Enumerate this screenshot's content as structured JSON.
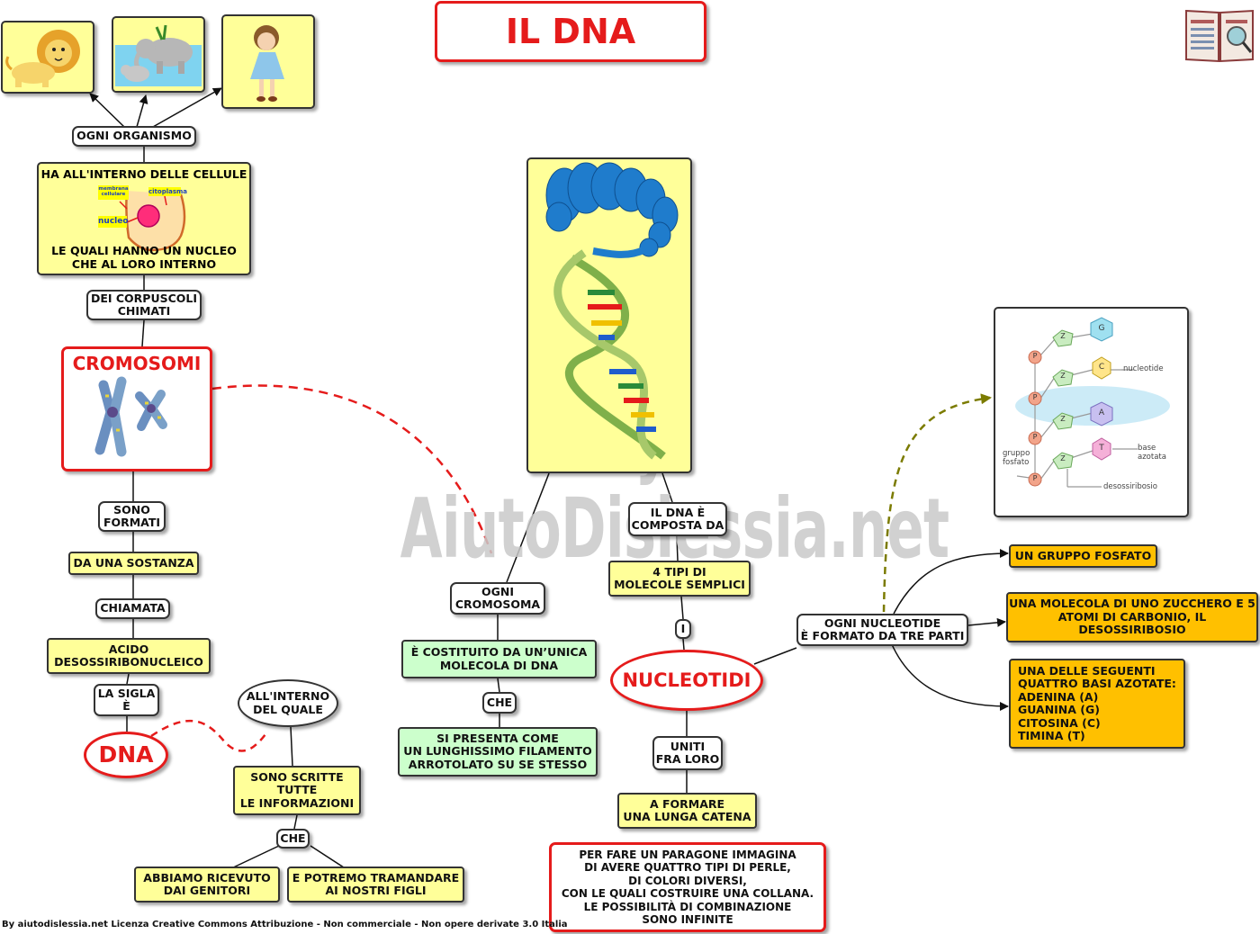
{
  "title": "IL DNA",
  "watermark": "By AiutoDislessia.net",
  "footer": "By aiutodislessia.net Licenza Creative Commons Attribuzione - Non commerciale - Non opere derivate 3.0 Italia",
  "left": {
    "ogni_organismo": "OGNI ORGANISMO",
    "cellule_top": "HA ALL'INTERNO DELLE CELLULE",
    "cellule_bottom": "LE QUALI HANNO UN NUCLEO\nCHE AL LORO INTERNO",
    "cell_labels": {
      "membrana": "membrana\ncellulare",
      "citoplasma": "citoplasma",
      "nucleo": "nucleo"
    },
    "corpuscoli": "DEI CORPUSCOLI\nCHIMATI",
    "cromosomi": "CROMOSOMI",
    "sono_formati": "SONO\nFORMATI",
    "sostanza": "DA UNA SOSTANZA",
    "chiamata": "CHIAMATA",
    "acido": "ACIDO\nDESOSSIRIBONUCLEICO",
    "sigla": "LA SIGLA\nÈ",
    "dna": "DNA",
    "interno_quale": "ALL'INTERNO\nDEL QUALE",
    "informazioni": "SONO SCRITTE\nTUTTE\nLE INFORMAZIONI",
    "che": "CHE",
    "genitori": "ABBIAMO RICEVUTO\nDAI GENITORI",
    "figli": "E POTREMO TRAMANDARE\nAI NOSTRI FIGLI"
  },
  "center": {
    "ogni_cromosoma": "OGNI\nCROMOSOMA",
    "costituito": "È COSTITUITO DA UN’UNICA\nMOLECOLA DI DNA",
    "che": "CHE",
    "filamento": "SI PRESENTA COME\nUN LUNGHISSIMO FILAMENTO\nARROTOLATO SU SE STESSO",
    "composta": "IL DNA È\nCOMPOSTA DA",
    "tipi": "4 TIPI DI\nMOLECOLE SEMPLICI",
    "i": "I",
    "nucleotidi": "NUCLEOTIDI",
    "uniti": "UNITI\nFRA LORO",
    "catena": "A FORMARE\nUNA LUNGA CATENA",
    "paragone": "PER FARE UN PARAGONE IMMAGINA\nDI AVERE QUATTRO TIPI DI PERLE,\nDI COLORI DIVERSI,\nCON LE QUALI COSTRUIRE UNA COLLANA.\nLE POSSIBILITÀ DI COMBINAZIONE\nSONO INFINITE"
  },
  "right": {
    "ogni_nucleotide": "OGNI NUCLEOTIDE\nÈ FORMATO DA TRE PARTI",
    "fosfato": "UN GRUPPO FOSFATO",
    "zucchero": "UNA MOLECOLA DI UNO ZUCCHERO E 5\nATOMI DI CARBONIO, IL\nDESOSSIRIBOSIO",
    "basi": "UNA DELLE SEGUENTI\nQUATTRO BASI AZOTATE:\nADENINA (A)\nGUANINA (G)\nCITOSINA (C)\nTIMINA (T)",
    "diagram_labels": {
      "nucleotide": "nucleotide",
      "gruppo": "gruppo\nfosfato",
      "base": "base\nazotata",
      "desossiribosio": "desossiribosio",
      "p": "P",
      "z": "Z",
      "g": "G",
      "c": "C",
      "a": "A",
      "t": "T"
    }
  },
  "colors": {
    "red": "#e51b1b",
    "yellow": "#ffff99",
    "green": "#ccffcc",
    "orange": "#ffc000"
  }
}
